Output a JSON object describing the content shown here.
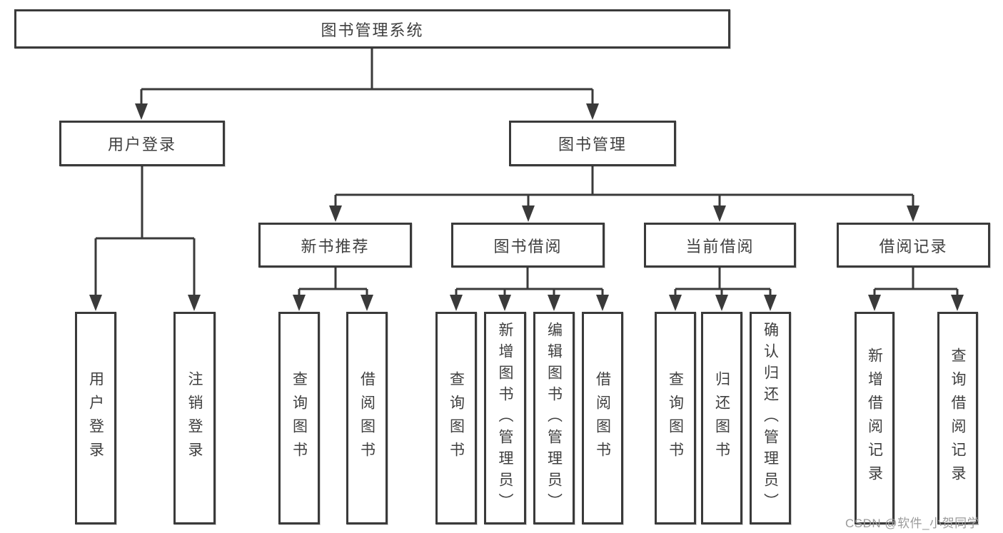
{
  "diagram": {
    "title": "图书管理系统",
    "type": "hierarchy",
    "colors": {
      "line": "#3a3a3a",
      "border": "#3a3a3a",
      "text": "#3f3f3f",
      "watermark": "#9b9b9b",
      "background": "#ffffff"
    },
    "nodes": {
      "root": {
        "label": "图书管理系统"
      },
      "user_login": {
        "label": "用户登录"
      },
      "book_mgmt": {
        "label": "图书管理"
      },
      "new_book_rec": {
        "label": "新书推荐"
      },
      "book_borrow": {
        "label": "图书借阅"
      },
      "current_borrow": {
        "label": "当前借阅"
      },
      "borrow_record": {
        "label": "借阅记录"
      },
      "leaf_user_login": {
        "label": "用户登录"
      },
      "leaf_logout": {
        "label": "注销登录"
      },
      "leaf_query_book_1": {
        "label": "查询图书"
      },
      "leaf_borrow_book_1": {
        "label": "借阅图书"
      },
      "leaf_query_book_2": {
        "label": "查询图书"
      },
      "leaf_add_book": {
        "label": "新增图书（管理员）"
      },
      "leaf_edit_book": {
        "label": "编辑图书（管理员）"
      },
      "leaf_borrow_book_2": {
        "label": "借阅图书"
      },
      "leaf_query_book_3": {
        "label": "查询图书"
      },
      "leaf_return_book": {
        "label": "归还图书"
      },
      "leaf_confirm_return": {
        "label": "确认归还（管理员）"
      },
      "leaf_add_record": {
        "label": "新增借阅记录"
      },
      "leaf_query_record": {
        "label": "查询借阅记录"
      }
    },
    "tree": {
      "图书管理系统": {
        "用户登录": [
          "用户登录",
          "注销登录"
        ],
        "图书管理": {
          "新书推荐": [
            "查询图书",
            "借阅图书"
          ],
          "图书借阅": [
            "查询图书",
            "新增图书（管理员）",
            "编辑图书（管理员）",
            "借阅图书"
          ],
          "当前借阅": [
            "查询图书",
            "归还图书",
            "确认归还（管理员）"
          ],
          "借阅记录": [
            "新增借阅记录",
            "查询借阅记录"
          ]
        }
      }
    },
    "watermark": "CSDN @软件_小贺同学"
  }
}
